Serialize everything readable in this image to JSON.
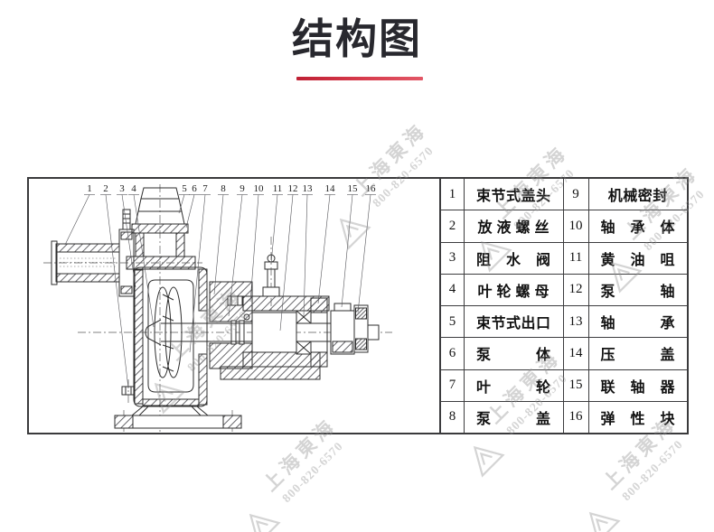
{
  "page": {
    "title": "结构图",
    "accent_color": "#d0232b"
  },
  "watermark": {
    "company": "上海東海",
    "phone": "800-820-6570"
  },
  "diagram": {
    "description": "pump cross-section structure drawing",
    "callout_numbers": [
      "1",
      "2",
      "3",
      "4",
      "5",
      "6",
      "7",
      "8",
      "9",
      "10",
      "11",
      "12",
      "13",
      "14",
      "15",
      "16"
    ]
  },
  "parts_table": {
    "left": [
      {
        "no": "1",
        "name": "束节式盖头"
      },
      {
        "no": "2",
        "name": "放 液 螺 丝"
      },
      {
        "no": "3",
        "name": "阻　水　阀"
      },
      {
        "no": "4",
        "name": "叶 轮 螺 母"
      },
      {
        "no": "5",
        "name": "束节式出口"
      },
      {
        "no": "6",
        "name": "泵　　　体"
      },
      {
        "no": "7",
        "name": "叶　　　轮"
      },
      {
        "no": "8",
        "name": "泵　　　盖"
      }
    ],
    "right": [
      {
        "no": "9",
        "name": "机械密封"
      },
      {
        "no": "10",
        "name": "轴　承　体"
      },
      {
        "no": "11",
        "name": "黄　油　咀"
      },
      {
        "no": "12",
        "name": "泵　　　轴"
      },
      {
        "no": "13",
        "name": "轴　　　承"
      },
      {
        "no": "14",
        "name": "压　　　盖"
      },
      {
        "no": "15",
        "name": "联　轴　器"
      },
      {
        "no": "16",
        "name": "弹　性　块"
      }
    ]
  }
}
